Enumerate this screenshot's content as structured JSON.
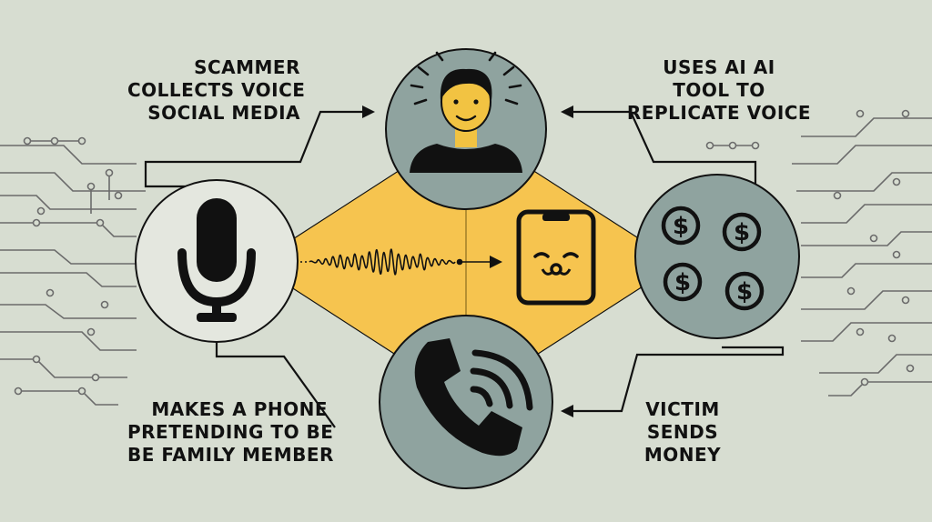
{
  "steps": {
    "collect": {
      "lines": [
        "SCAMMER",
        "COLLECTS VOICE",
        "SOCIAL MEDIA"
      ]
    },
    "replicate": {
      "lines": [
        "USES AI AI",
        "TOOL TO",
        "REPLICATE VOICE"
      ]
    },
    "call": {
      "lines": [
        "MAKES A PHONE",
        "PRETENDING TO BE",
        "BE FAMILY MEMBER"
      ]
    },
    "send": {
      "lines": [
        "VICTIM",
        "SENDS",
        "MONEY"
      ]
    }
  },
  "icons": {
    "microphone": "microphone-icon",
    "person": "person-icon",
    "money": "dollar-coin-icon",
    "phone": "phone-handset-icon",
    "soundwave": "soundwave-icon",
    "device": "smartphone-face-icon"
  },
  "colors": {
    "background": "#d7ddd1",
    "diamond": "#f6c44f",
    "circle_teal": "#8fa39f",
    "circle_light": "#e4e7df",
    "ink": "#111111",
    "circuit": "#6b6b6b",
    "face": "#f2c342"
  }
}
